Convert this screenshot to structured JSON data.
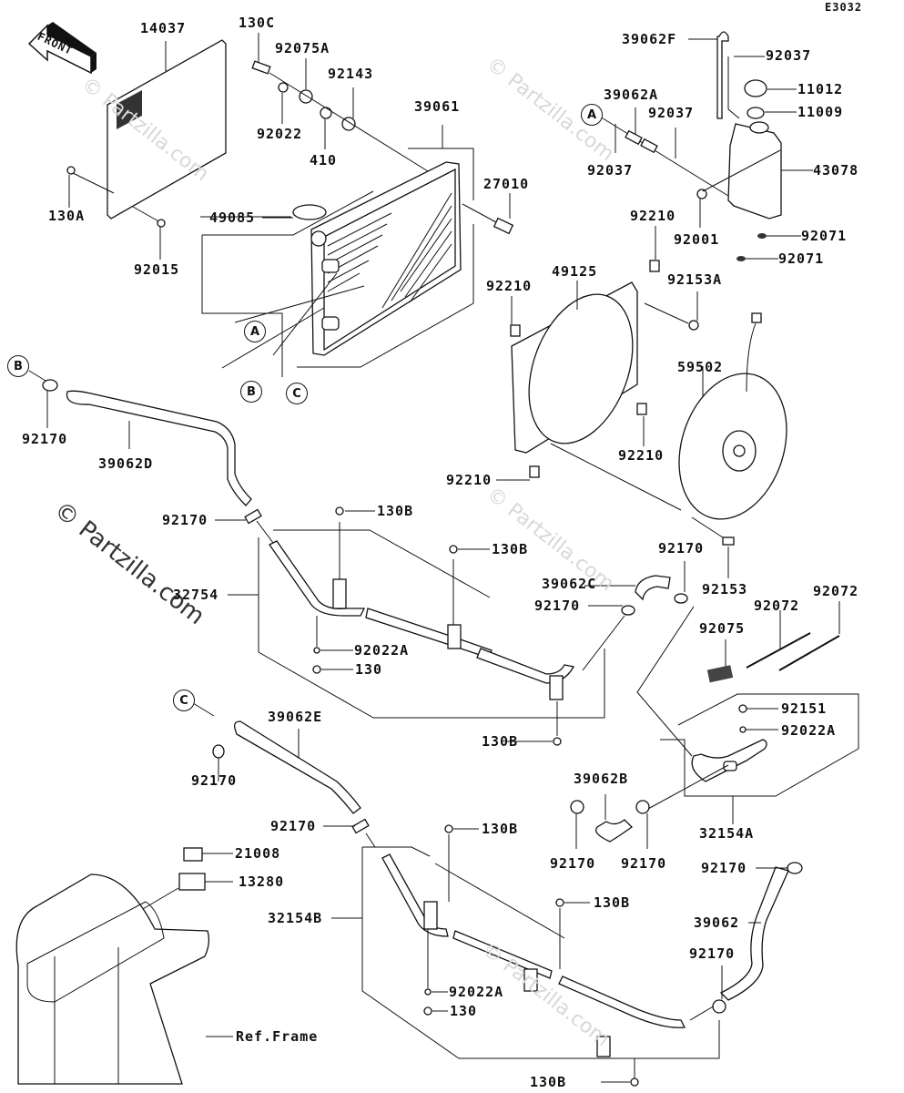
{
  "diagram": {
    "code": "E3032",
    "front_label": "FRONT",
    "watermarks": [
      "© Partzilla.com",
      "© Partzilla.com",
      "© Partzilla.com",
      "© Partzilla.com",
      "© Partzilla.com"
    ],
    "callouts": {
      "A": "A",
      "B": "B",
      "C": "C"
    },
    "ref_frame": "Ref.Frame",
    "parts": {
      "p14037": "14037",
      "p130C": "130C",
      "p92075A": "92075A",
      "p92143": "92143",
      "p92022": "92022",
      "p410": "410",
      "p39061": "39061",
      "p130A": "130A",
      "p92015": "92015",
      "p49085": "49085",
      "p27010": "27010",
      "p39062F": "39062F",
      "p92037_top": "92037",
      "p11012": "11012",
      "p11009": "11009",
      "p39062A": "39062A",
      "p92037_mid": "92037",
      "p92037_left": "92037",
      "p43078": "43078",
      "p92001": "92001",
      "p92071_a": "92071",
      "p92071_b": "92071",
      "p92210_top": "92210",
      "p92153A": "92153A",
      "p49125": "49125",
      "p92210_left": "92210",
      "p59502": "59502",
      "p92210_right": "92210",
      "p92210_bottom": "92210",
      "p92170_B": "92170",
      "p39062D": "39062D",
      "p92170_mid": "92170",
      "p130B_1": "130B",
      "p130B_2": "130B",
      "p32754": "32754",
      "p92022A_1": "92022A",
      "p130_1": "130",
      "p92170_fan": "92170",
      "p92153": "92153",
      "p39062C": "39062C",
      "p92170_c": "92170",
      "p92072_a": "92072",
      "p92072_b": "92072",
      "p92075": "92075",
      "p130B_3": "130B",
      "p92151": "92151",
      "p92022A_2": "92022A",
      "p39062E": "39062E",
      "p92170_C": "92170",
      "p39062B": "39062B",
      "p32154A": "32154A",
      "p92170_e": "92170",
      "p92170_b1": "92170",
      "p92170_b2": "92170",
      "p92170_r": "92170",
      "p21008": "21008",
      "p13280": "13280",
      "p130B_4": "130B",
      "p32154B": "32154B",
      "p130B_5": "130B",
      "p39062": "39062",
      "p92170_low": "92170",
      "p92022A_3": "92022A",
      "p130_2": "130",
      "p130B_6": "130B"
    }
  }
}
